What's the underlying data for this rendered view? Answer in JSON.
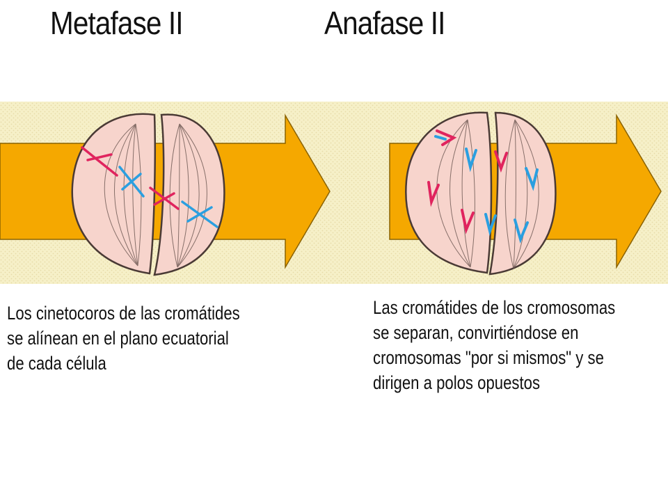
{
  "stages": [
    {
      "title": "Metafase II",
      "caption_lines": [
        "Los cinetocoros de las cromátides",
        "se alínean en el plano ecuatorial",
        "de cada célula"
      ]
    },
    {
      "title": "Anafase II",
      "caption_lines": [
        "Las cromátides de los cromosomas",
        "se separan, convirtiéndose en",
        "cromosomas \"por si mismos\" y se",
        "dirigen a polos opuestos"
      ]
    }
  ],
  "colors": {
    "band": "#f6f0c8",
    "arrow": "#f5a800",
    "cell": "#f7d4cc",
    "cell_outline": "#4a3a35",
    "chromosome_red": "#e0245e",
    "chromosome_blue": "#2a9fe0"
  }
}
